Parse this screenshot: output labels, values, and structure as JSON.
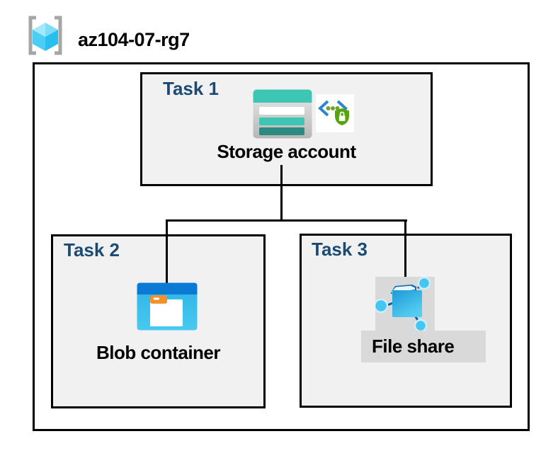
{
  "title": "az104-07-rg7",
  "resource_group": {
    "name": "az104-07-rg7",
    "icon": "resource-group-icon"
  },
  "tasks": [
    {
      "label": "Task 1",
      "resource": "Storage account",
      "icons": [
        "storage-account-icon",
        "secure-access-lock-icon"
      ]
    },
    {
      "label": "Task 2",
      "resource": "Blob container",
      "icons": [
        "blob-container-icon"
      ]
    },
    {
      "label": "Task 3",
      "resource": "File share",
      "icons": [
        "file-share-icon"
      ]
    }
  ],
  "connections": [
    {
      "from": "Storage account",
      "to": "Blob container"
    },
    {
      "from": "Storage account",
      "to": "File share"
    }
  ],
  "colors": {
    "task_label": "#1b4a73",
    "box_fill": "#f1f1f1",
    "box_border": "#000000",
    "connector": "#000000",
    "storage_teal": "#3ec6b4",
    "storage_teal_dark": "#2b8b80",
    "blob_blue_bar": "#0b7ad5",
    "blob_body_blue": "#38bde9",
    "folder_tab_orange": "#f0912c",
    "file_share_plate_gray": "#d9d9d9",
    "shield_green": "#56a40c",
    "chevron_blue": "#2e86d1",
    "cube_blue": "#4ccef4",
    "bracket_gray": "#a6a6a6"
  }
}
